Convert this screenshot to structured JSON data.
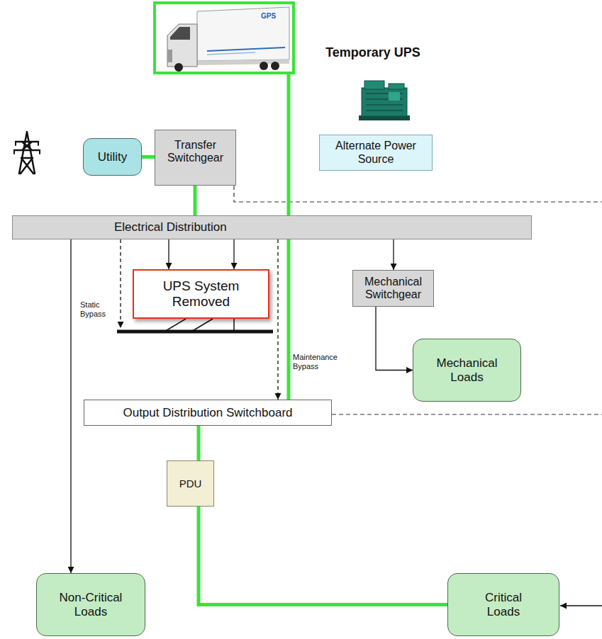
{
  "diagram": {
    "nodes": [
      {
        "text": [
          "Temporary UPS"
        ]
      },
      {
        "text": [
          "Utility"
        ]
      },
      {
        "text": [
          "Transfer Switchgear"
        ]
      },
      {
        "text": [
          "Alternate Power Source"
        ]
      },
      {
        "text": [
          "Electrical Distribution"
        ]
      },
      {
        "text": [
          "UPS System Removed"
        ]
      },
      {
        "text": [
          "Mechanical Switchgear"
        ]
      },
      {
        "text": [
          "Mechanical Loads"
        ]
      },
      {
        "text": [
          "Output Distribution Switchboard"
        ]
      },
      {
        "text": [
          "PDU"
        ]
      },
      {
        "text": [
          "Non-Critical Loads"
        ]
      },
      {
        "text": [
          "Critical Loads"
        ]
      }
    ],
    "edges": [
      {
        "from": 1,
        "to": 2,
        "arrow": "none"
      },
      {
        "from": 2,
        "to": 4,
        "arrow": "none"
      },
      {
        "from": 0,
        "to": 4,
        "arrow": "none"
      },
      {
        "from": 4,
        "to": 10,
        "arrow": "to"
      },
      {
        "from": 4,
        "to": 5,
        "arrow": "to"
      },
      {
        "from": 4,
        "to": 5,
        "arrow": "to"
      },
      {
        "from": 4,
        "to": 8,
        "arrow": "to"
      },
      {
        "from": 4,
        "to": 8,
        "arrow": "none"
      },
      {
        "from": 4,
        "to": 6,
        "arrow": "to"
      },
      {
        "from": 6,
        "to": 7,
        "arrow": "to"
      },
      {
        "from": 8,
        "to": 9,
        "arrow": "none"
      },
      {
        "from": 9,
        "to": 11,
        "arrow": "none"
      }
    ],
    "labels": [
      "GPS",
      "Static Bypass",
      "Maintenance Bypass"
    ]
  }
}
